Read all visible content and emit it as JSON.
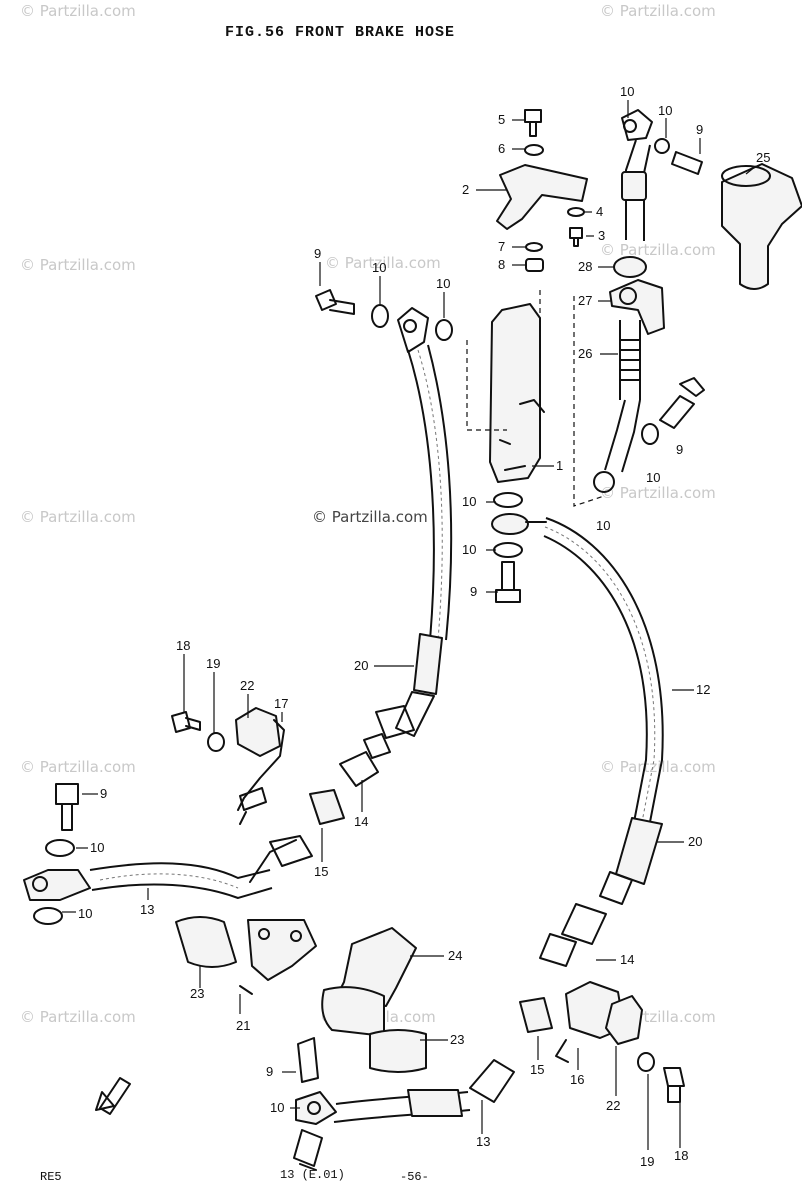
{
  "title": "FIG.56  FRONT BRAKE HOSE",
  "watermark": "© Partzilla.com",
  "footer": {
    "left": "RE5",
    "center_left": "13  (E.01)",
    "center": "-56-"
  },
  "labels": [
    "1",
    "2",
    "3",
    "4",
    "5",
    "6",
    "7",
    "8",
    "9",
    "10",
    "12",
    "13",
    "14",
    "15",
    "16",
    "17",
    "18",
    "19",
    "20",
    "21",
    "22",
    "23",
    "24",
    "25",
    "26",
    "27",
    "28"
  ]
}
